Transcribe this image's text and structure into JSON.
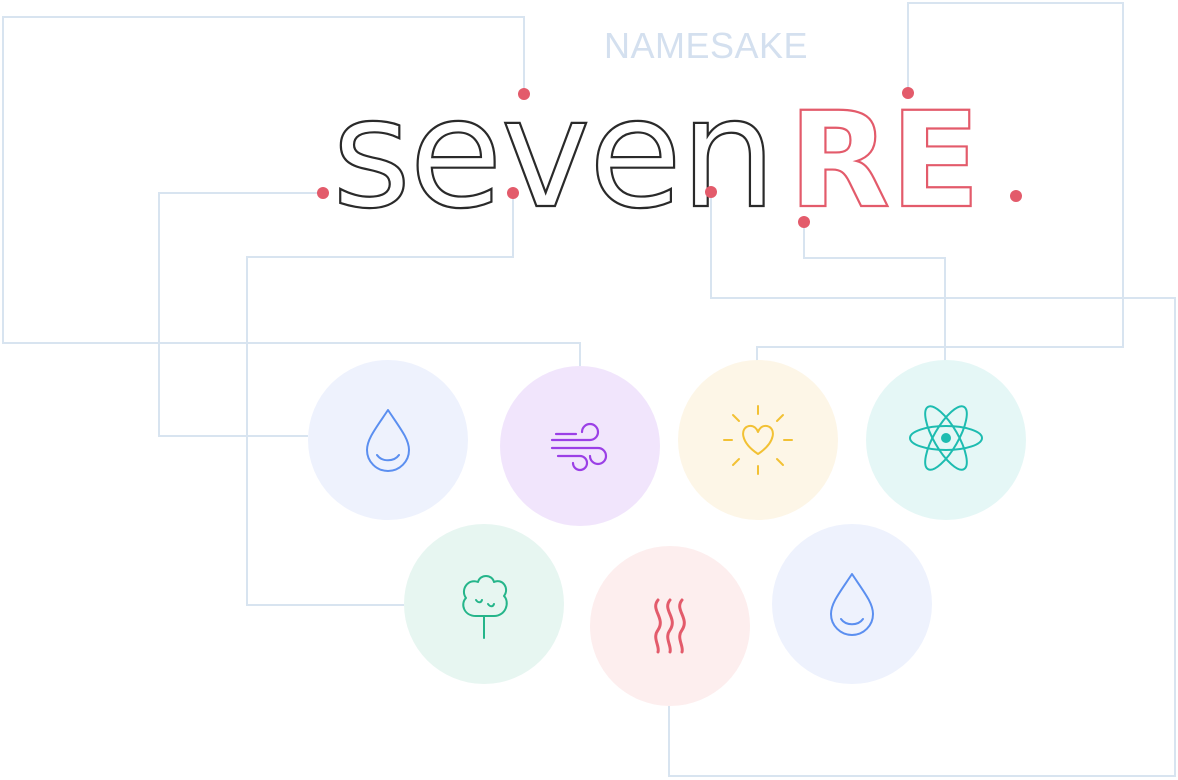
{
  "brand": {
    "eyebrow": "NAMESAKE",
    "name_main": "seven",
    "name_accent": "RE",
    "name_dot": "."
  },
  "colors": {
    "accent": "#e35b6b",
    "logo_stroke": "#2a2a2a",
    "connector": "#d8e4f0",
    "eyebrow": "#d4e0ef"
  },
  "elements": [
    {
      "icon": "water-drop-icon",
      "bg": "#eef2fd",
      "fg": "#5b8ff0"
    },
    {
      "icon": "wind-icon",
      "bg": "#f1e5fc",
      "fg": "#9b3fe6"
    },
    {
      "icon": "sun-heart-icon",
      "bg": "#fdf6e7",
      "fg": "#f2c134"
    },
    {
      "icon": "atom-icon",
      "bg": "#e5f7f6",
      "fg": "#1dbcb0"
    },
    {
      "icon": "tree-icon",
      "bg": "#e7f6f1",
      "fg": "#25b58a"
    },
    {
      "icon": "heat-waves-icon",
      "bg": "#fdeeee",
      "fg": "#e35b6b"
    },
    {
      "icon": "water-drop-icon",
      "bg": "#eef2fd",
      "fg": "#5b8ff0"
    }
  ]
}
